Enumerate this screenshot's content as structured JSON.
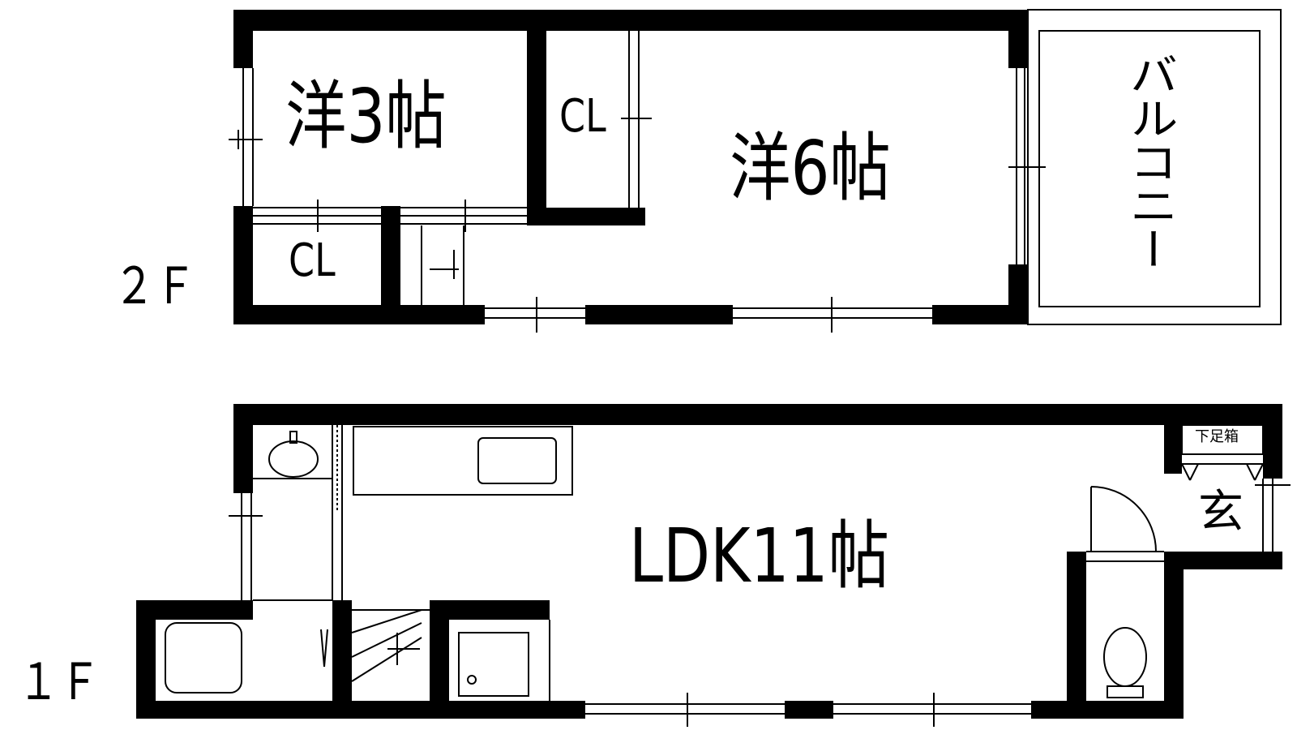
{
  "floor_2f": {
    "floor_label": "２Ｆ",
    "rooms": {
      "western_3": "洋3帖",
      "western_6": "洋6帖",
      "closet_upper": "CL",
      "closet_lower": "CL",
      "balcony": "バルコニー"
    }
  },
  "floor_1f": {
    "floor_label": "１Ｆ",
    "rooms": {
      "ldk": "LDK11帖",
      "entrance": "玄",
      "shoe_box": "下足箱"
    }
  },
  "colors": {
    "wall": "#000000",
    "background": "#ffffff",
    "fixture_line": "#000000"
  }
}
